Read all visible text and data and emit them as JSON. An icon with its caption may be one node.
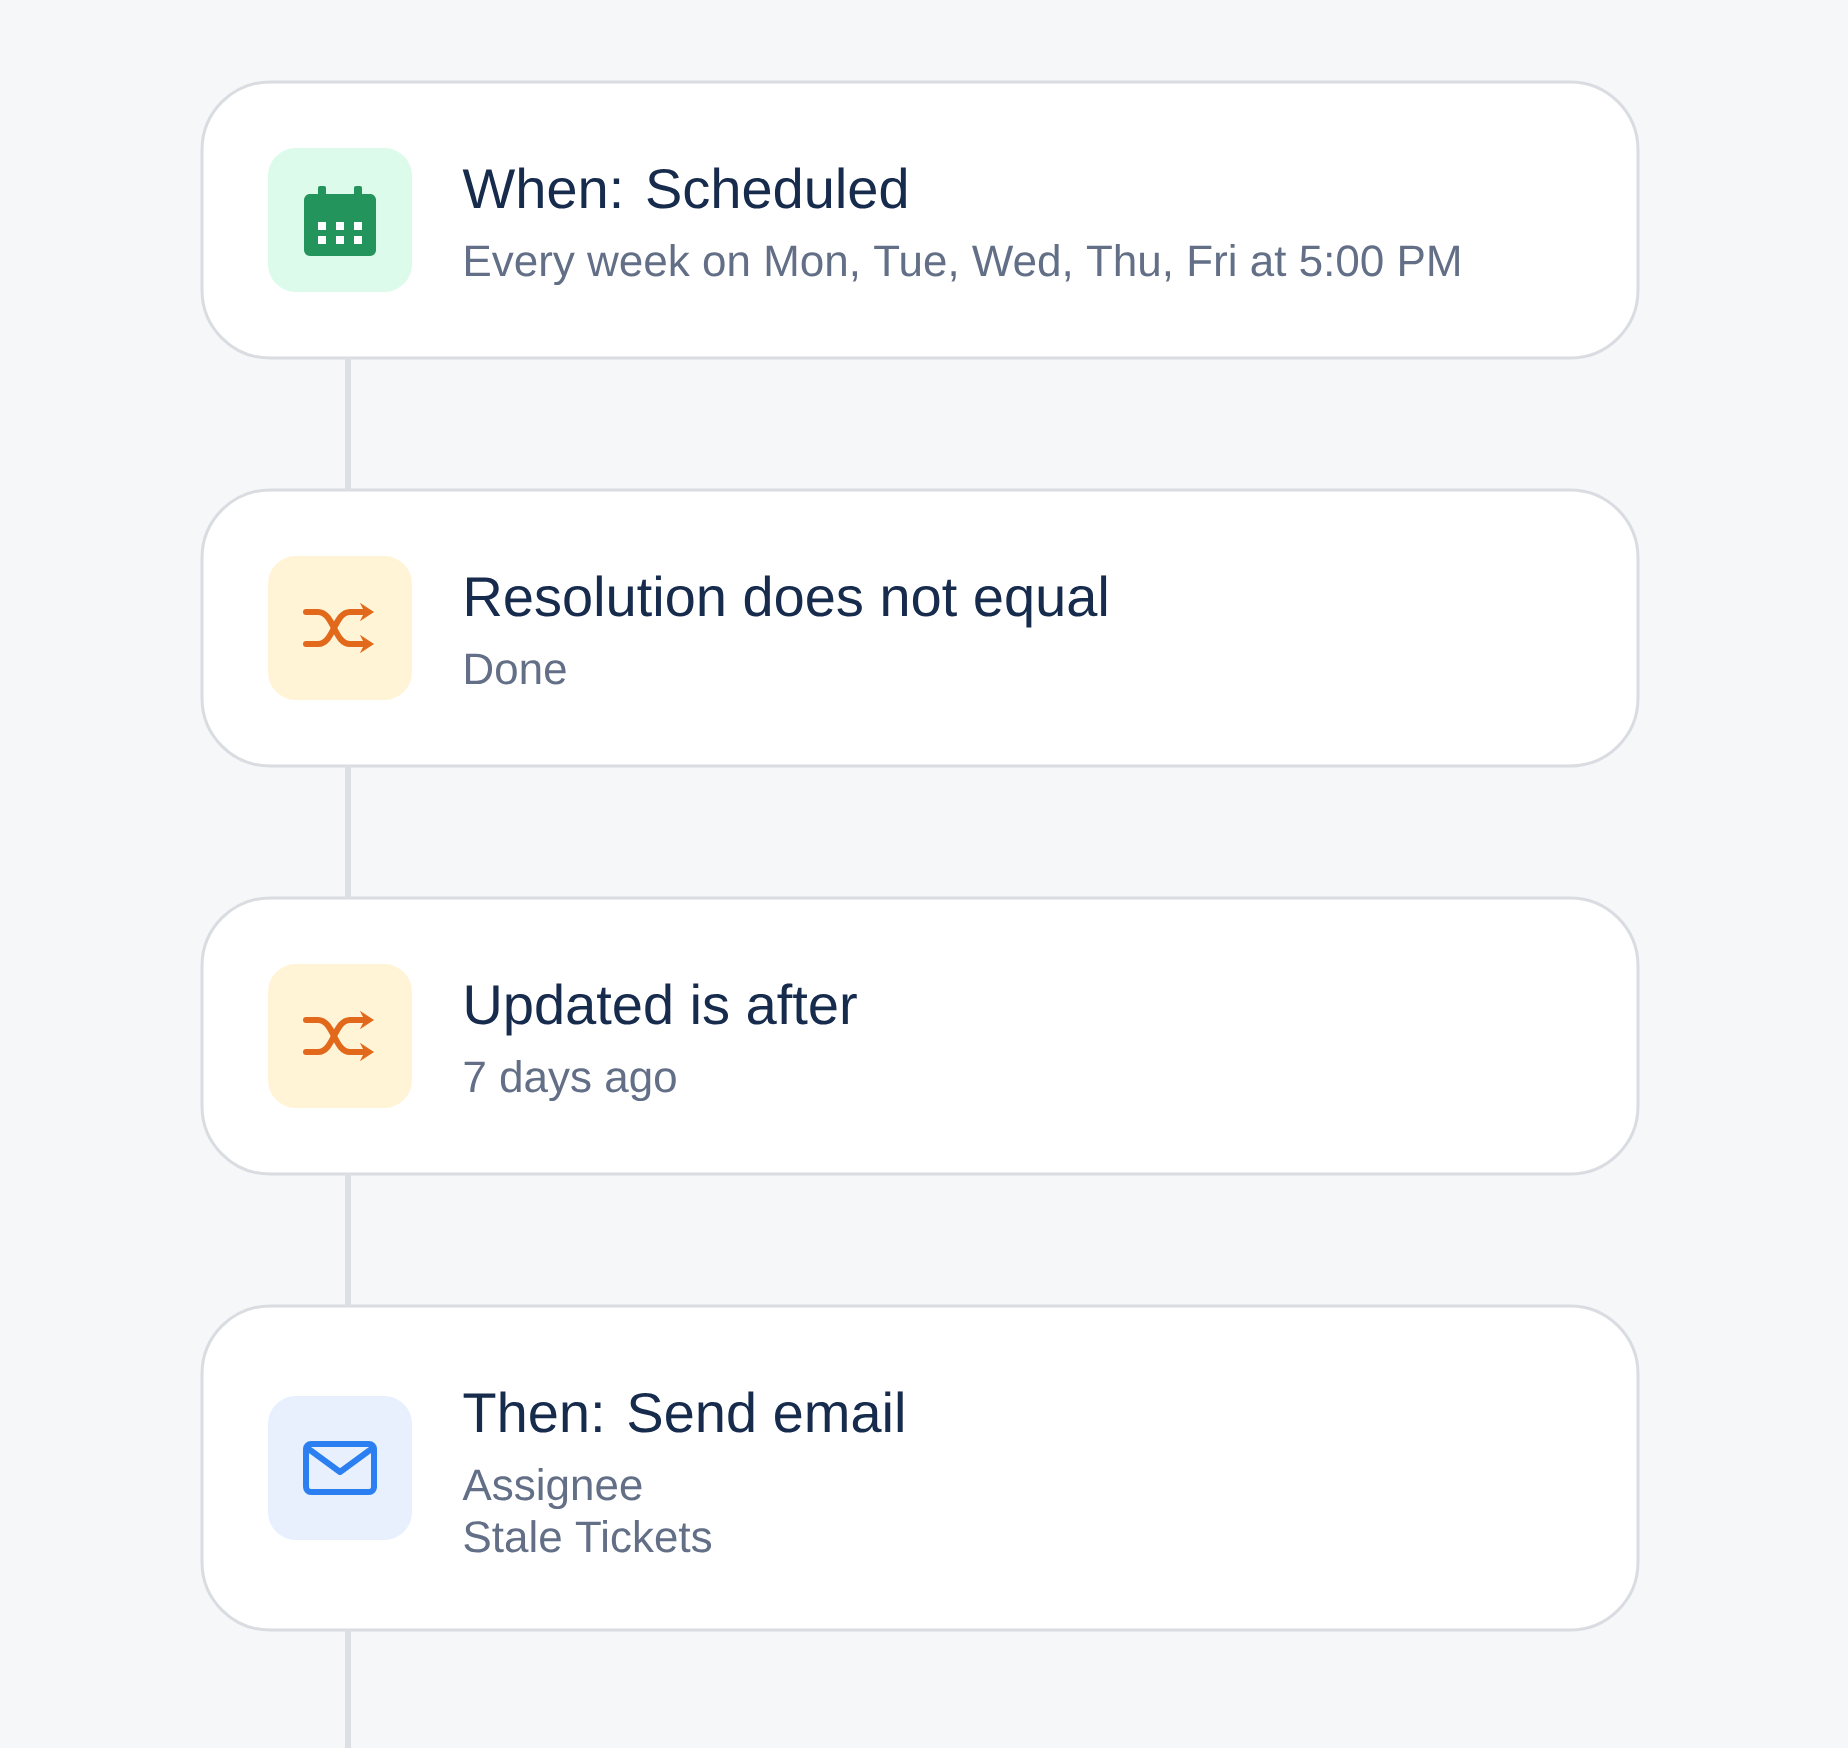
{
  "diagram": {
    "nodes": [
      {
        "text": [
          "When: Scheduled",
          "Every week on Mon, Tue, Wed, Thu, Fri at 5:00 PM"
        ]
      },
      {
        "text": [
          "Resolution does not equal",
          "Done"
        ]
      },
      {
        "text": [
          "Updated is after",
          "7 days ago"
        ]
      },
      {
        "text": [
          "Then: Send email",
          "Assignee",
          "Stale Tickets"
        ]
      }
    ],
    "edges": [
      {
        "from": 0,
        "to": 1,
        "arrow": "none"
      },
      {
        "from": 1,
        "to": 2,
        "arrow": "none"
      },
      {
        "from": 2,
        "to": 3,
        "arrow": "none"
      },
      {
        "from": 3,
        "to": null,
        "arrow": "none"
      }
    ]
  }
}
